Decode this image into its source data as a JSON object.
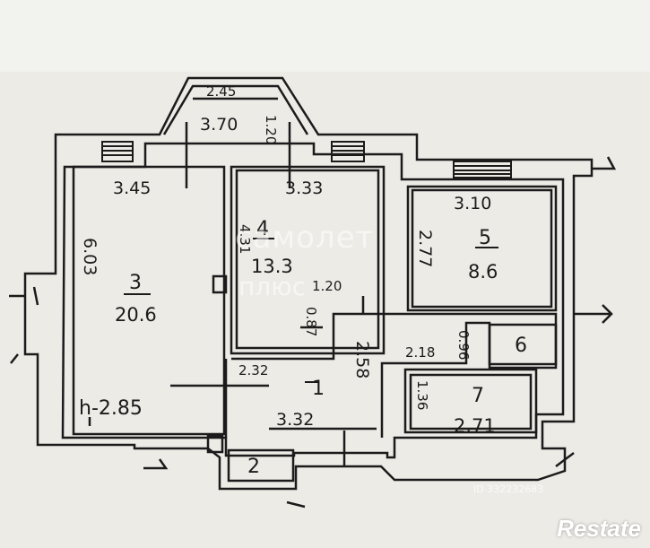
{
  "plan": {
    "bay": {
      "width_top": "2.45",
      "side": "1.20",
      "width_bottom": "3.70"
    },
    "rooms": {
      "r3": {
        "number": "3",
        "area": "20.6",
        "top_dim": "3.45",
        "side_dim": "6.03",
        "height": "h-2.85"
      },
      "r4": {
        "number": "4",
        "area": "13.3",
        "top_dim": "3.33",
        "side_dim": "4.31",
        "inner_dim": "1.20",
        "door_dim": "0.87"
      },
      "r5": {
        "number": "5",
        "area": "8.6",
        "top_dim": "3.10",
        "side_dim": "2.77"
      },
      "r6": {
        "number": "6",
        "dim": "0.96"
      },
      "r7": {
        "number": "7",
        "area": "2.71",
        "top_dim": "2.18",
        "side_dim": "1.36"
      },
      "r1": {
        "number": "1",
        "dim_a": "2.32",
        "dim_b": "2.58",
        "dim_c": "3.32"
      },
      "r2": {
        "number": "2"
      }
    }
  },
  "watermark": {
    "line1": "самолет",
    "line2": "плюс",
    "id": "ID 332232683"
  },
  "brand": "Restate",
  "colors": {
    "paper": "#ecebe6",
    "ink": "#1b1b1b"
  }
}
